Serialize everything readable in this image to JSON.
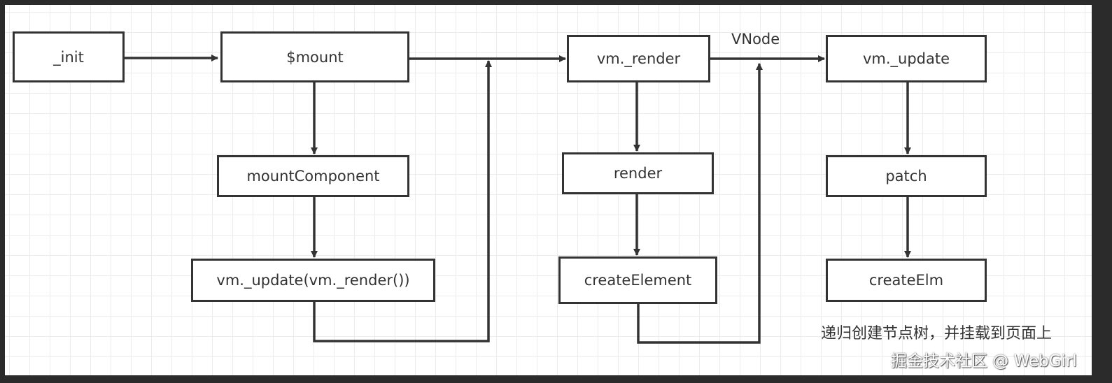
{
  "nodes": {
    "init": "_init",
    "mount": "$mount",
    "mount_component": "mountComponent",
    "vm_update_render": "vm._update(vm._render())",
    "vm_render": "vm._render",
    "render": "render",
    "create_element": "createElement",
    "vm_update": "vm._update",
    "patch": "patch",
    "create_elm": "createElm"
  },
  "edge_labels": {
    "vnode": "VNode"
  },
  "annotation": "递归创建节点树，并挂载到页面上",
  "watermark": "掘金技术社区 @ WebGirl",
  "colors": {
    "stroke": "#333333",
    "background": "#ffffff",
    "frame": "#2b2b2b"
  }
}
